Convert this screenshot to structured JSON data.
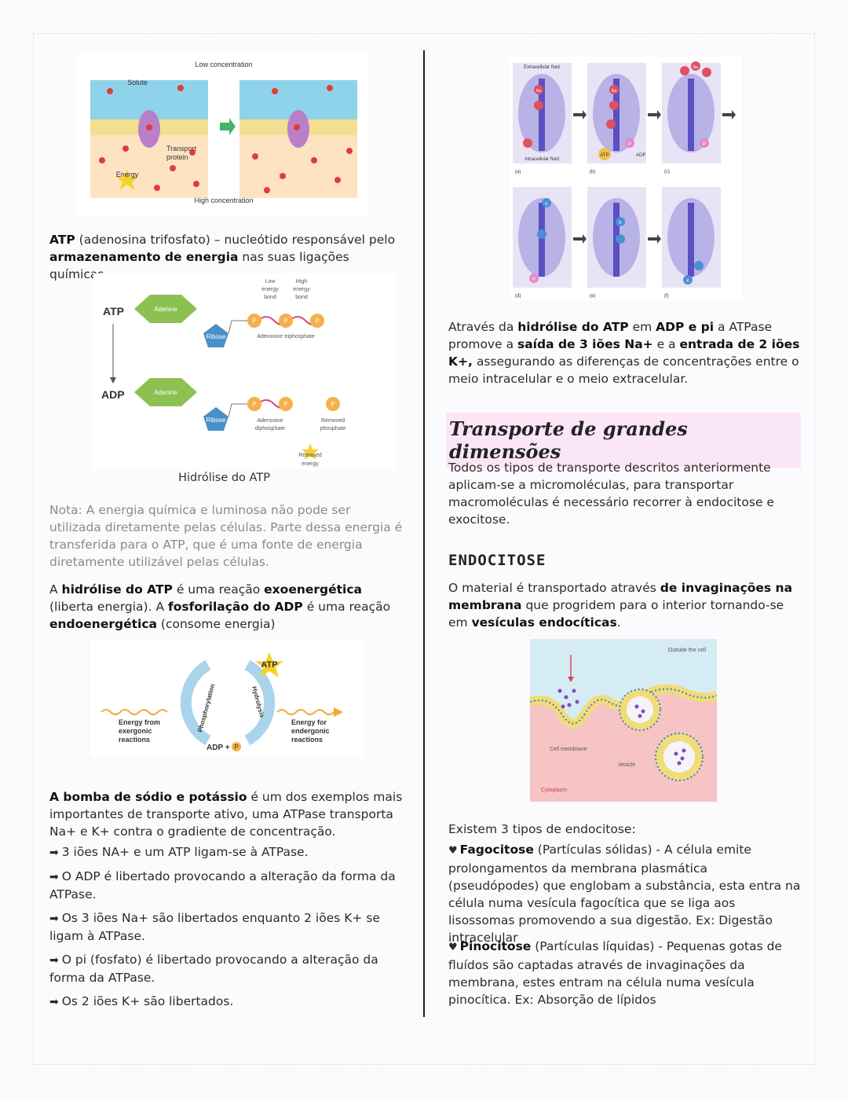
{
  "fig_transport": {
    "top_label": "Low concentration",
    "bottom_label": "High concentration",
    "solute": "Solute",
    "transport_protein_1": "Transport",
    "transport_protein_2": "protein",
    "energy": "Energy"
  },
  "atp_def": {
    "term": "ATP",
    "rest1": " (adenosina trifosfato) – nucleótido responsável pelo ",
    "bold": "armazenamento de energia",
    "rest2": " nas suas ligações químicas."
  },
  "fig_hydrolysis": {
    "atp": "ATP",
    "adp": "ADP",
    "adenine": "Adenine",
    "ribose": "Ribose",
    "low_energy_bond": [
      "Low",
      "energy",
      "bond"
    ],
    "high_energy_bond": [
      "High",
      "energy",
      "bond"
    ],
    "adenosine_triphosphate": "Adenosine triphosphate",
    "adenosine_diphosphate": [
      "Adenosine",
      "diphosphate"
    ],
    "removed_phosphate": [
      "Removed",
      "phosphate"
    ],
    "released_energy": [
      "Released",
      "energy"
    ],
    "p": "P",
    "caption": "Hidrólise do ATP"
  },
  "nota": "Nota: A energia química e luminosa não pode ser utilizada diretamente pelas células. Parte dessa energia é transferida para o ATP, que é uma fonte de energia diretamente utilizável pelas células.",
  "hydro_para": {
    "a": "A ",
    "b1": "hidrólise do ATP",
    "c": " é uma reação ",
    "b2": "exoenergética",
    "d": " (liberta energia). A ",
    "b3": "fosforilação do ADP",
    "e": " é uma reação ",
    "b4": "endoenergética",
    "f": " (consome energia)"
  },
  "fig_cycle": {
    "atp": "ATP",
    "adp_p": "ADP + ",
    "p": "P",
    "phosphorylation": "Phosphorylation",
    "hydrolysis": "Hydrolysis",
    "from_exergonic": [
      "Energy from",
      "exergonic",
      "reactions"
    ],
    "for_endergonic": [
      "Energy for",
      "endergonic",
      "reactions"
    ]
  },
  "pump_para": {
    "bold": "A bomba de sódio e potássio",
    "rest": " é um dos exemplos mais importantes de transporte ativo, uma ATPase transporta Na+ e K+ contra o gradiente de concentração."
  },
  "pump_steps": [
    "3 iões NA+ e um ATP ligam-se à ATPase.",
    "O ADP é libertado provocando a alteração da forma da ATPase.",
    "Os 3 iões Na+ são libertados enquanto 2 iões K+ se ligam à ATPase.",
    "O pi (fosfato) é libertado provocando a alteração da forma da ATPase.",
    "Os 2 iões K+ são libertados."
  ],
  "fig_pump": {
    "extracellular": "Extracellular fluid",
    "intracellular": "Intracellular fluid",
    "panels": [
      "(a)",
      "(b)",
      "(c)",
      "(d)",
      "(e)",
      "(f)"
    ],
    "na": "Na",
    "k": "K",
    "p": "P",
    "atp": "ATP",
    "adp": "ADP"
  },
  "pump_explain": {
    "a": "Através da ",
    "b1": "hidrólise do ATP",
    "c": " em ",
    "b2": "ADP e pi",
    "d": " a ATPase promove a ",
    "b3": "saída de 3 iões Na+",
    "e": " e a ",
    "b4": "entrada de 2 iões K+,",
    "f": " assegurando as diferenças de concentrações entre o meio intracelular e o meio extracelular."
  },
  "section_title": "Transporte de grandes dimensões",
  "section_intro": "Todos os tipos de transporte descritos anteriormente aplicam-se a micromoléculas, para transportar macromoléculas é necessário recorrer à endocitose e exocitose.",
  "endocitose_title": "ENDOCITOSE",
  "endo_para": {
    "a": "O material é transportado através ",
    "b1": "de invaginações na membrana",
    "c": " que progridem para o interior tornando-se em ",
    "b2": "vesículas endocíticas",
    "d": "."
  },
  "fig_endo": {
    "outside": "Outside the cell",
    "membrane": "Cell membrane",
    "vesicle": "Vesicle",
    "cytoplasm": "Cytoplasm"
  },
  "endo_types_intro": "Existem 3 tipos de endocitose:",
  "fagocitose": {
    "name": "Fagocitose",
    "rest": " (Partículas sólidas) - A célula emite prolongamentos da membrana plasmática (pseudópodes) que englobam a substância, esta entra na célula numa vesícula fagocítica que se liga aos lisossomas promovendo a sua digestão. Ex: Digestão intracelular"
  },
  "pinocitose": {
    "name": "Pinocitose",
    "rest": " (Partículas líquidas) - Pequenas gotas de fluídos são captadas através de invaginações da membrana, estes entram na célula numa vesícula pinocítica. Ex: Absorção de lípidos"
  },
  "colors": {
    "accent_pink": "#fbe6f7",
    "membrane_yellow": "#f2e08a",
    "protein_purple": "#9a8fd9"
  }
}
